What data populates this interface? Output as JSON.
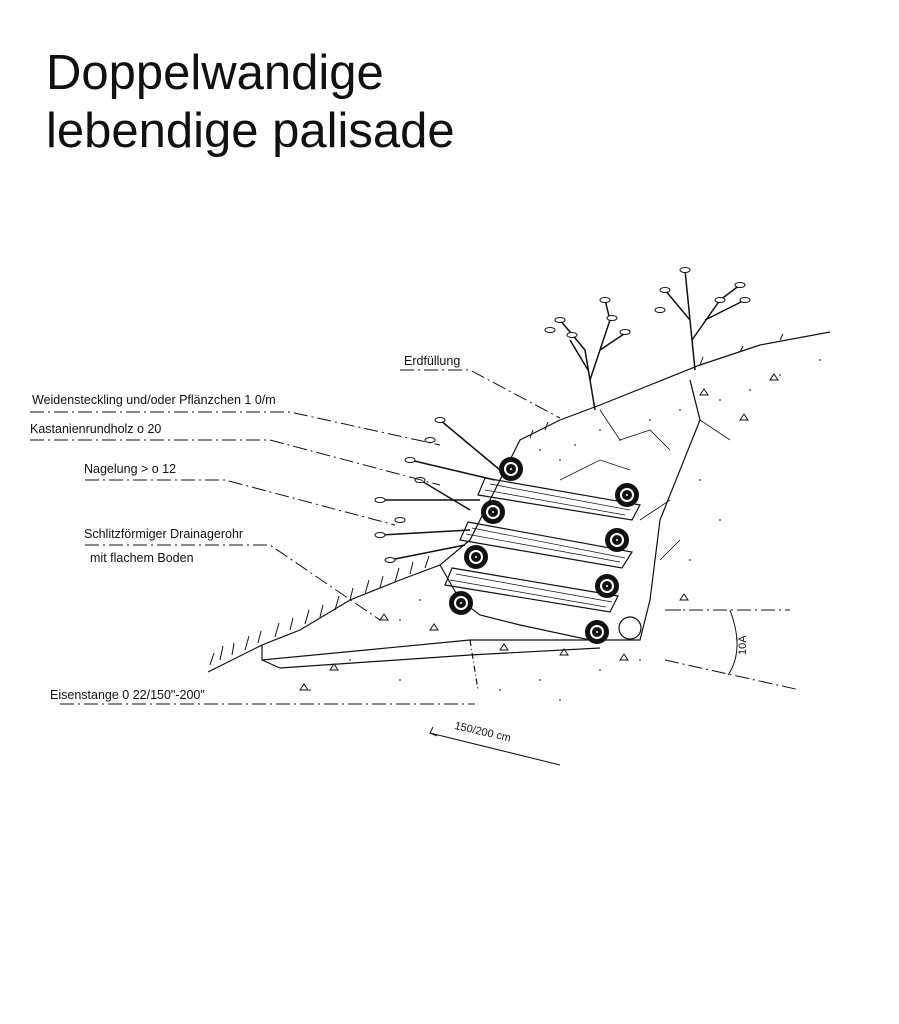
{
  "title": {
    "line1": "Doppelwandige",
    "line2": "lebendige palisade"
  },
  "labels": {
    "erdfuellung": "Erdfüllung",
    "weidensteckling": "Weidensteckling und/oder Pflänzchen 1 0/m",
    "kastanienrundholz": "Kastanienrundholz o 20",
    "nagelung": "Nagelung > o 12",
    "drainage_line1": "Schlitzförmiger Drainagerohr",
    "drainage_line2": "mit flachem Boden",
    "eisenstange": "Eisenstange 0 22/150\"-200\"",
    "length_dim": "150/200 cm",
    "angle_dim": "10Â"
  }
}
